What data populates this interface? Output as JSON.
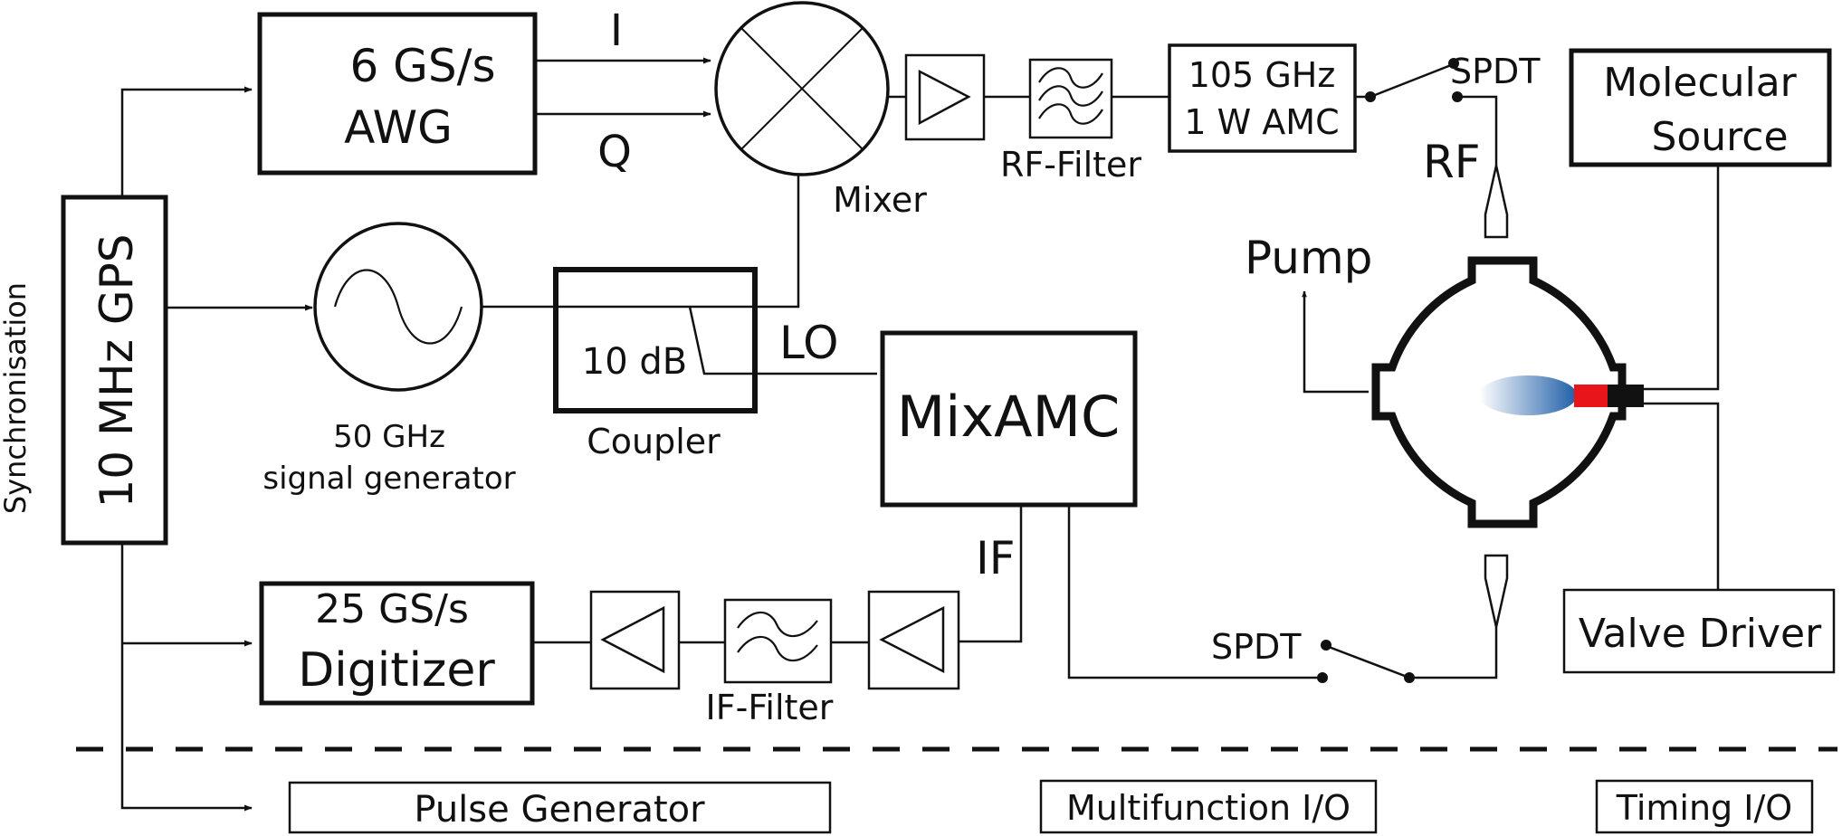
{
  "gps_label": "10 MHz GPS",
  "sync_label": "Synchronisation",
  "awg": {
    "line1": "6 GS/s",
    "line2": "AWG"
  },
  "iq": {
    "i": "I",
    "q": "Q"
  },
  "mixer_label": "Mixer",
  "rf_filter_label": "RF-Filter",
  "amc105": {
    "line1": "105 GHz",
    "line2": "1 W AMC"
  },
  "spdt_top_label": "SPDT",
  "rf_label": "RF",
  "molecular_source": {
    "line1": "Molecular",
    "line2": "Source"
  },
  "pump_label": "Pump",
  "signal_generator": {
    "line1": "50 GHz",
    "line2": "signal generator"
  },
  "coupler": {
    "value": "10 dB",
    "label": "Coupler"
  },
  "lo_label": "LO",
  "mixamc_label": "MixAMC",
  "if_label": "IF",
  "digitizer": {
    "line1": "25 GS/s",
    "line2": "Digitizer"
  },
  "if_filter_label": "IF-Filter",
  "spdt_bottom_label": "SPDT",
  "valve_driver_label": "Valve Driver",
  "bottom_row": {
    "pulse_generator": "Pulse Generator",
    "multifunction_io": "Multifunction I/O",
    "timing_io": "Timing I/O"
  },
  "colors": {
    "line": "#111111",
    "nozzle_red": "#e8161b",
    "nozzle_black": "#111111",
    "beam_blue": "#1f5fa8"
  }
}
